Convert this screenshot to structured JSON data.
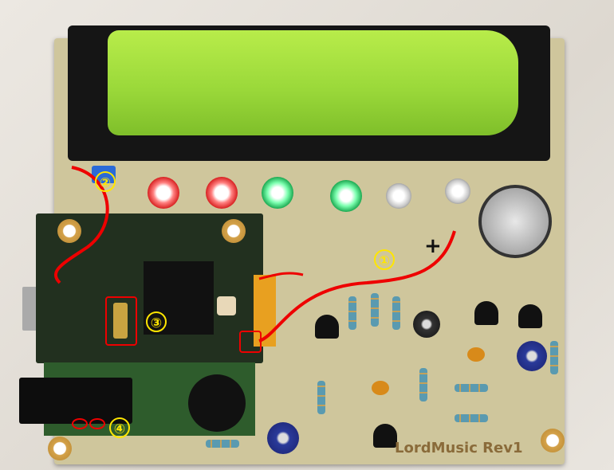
{
  "board_label": "LordMusic Rev1",
  "polarity_mark": "+",
  "annotations": [
    "①",
    "②",
    "③",
    "④"
  ],
  "colors": {
    "battery": "#a8e040",
    "pcb": "#cfc69c",
    "annotation": "#ffe600",
    "wire": "#e00000"
  }
}
